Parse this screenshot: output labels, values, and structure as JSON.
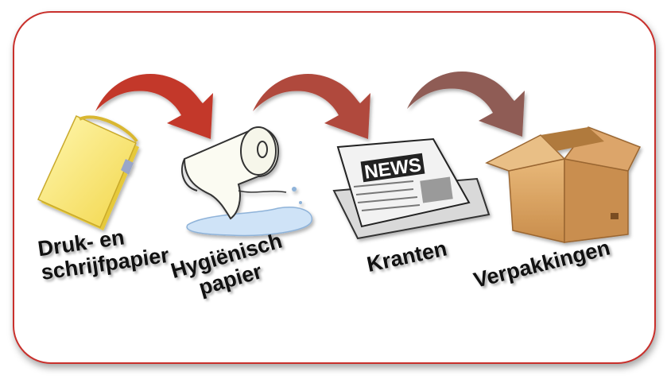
{
  "steps": [
    {
      "label_line1": "Druk- en",
      "label_line2": "schrijfpapier",
      "icon": "notepad-icon"
    },
    {
      "label_line1": "Hygiënisch",
      "label_line2": "papier",
      "icon": "paper-roll-icon"
    },
    {
      "label_line1": "Kranten",
      "label_line2": "",
      "icon": "newspaper-icon"
    },
    {
      "label_line1": "Verpakkingen",
      "label_line2": "",
      "icon": "cardboard-box-icon"
    }
  ],
  "newspaper_headline": "NEWS",
  "colors": {
    "frame_border": "#c9302c",
    "arrow_1": "#c3392c",
    "arrow_2": "#b04a3e",
    "arrow_3": "#8f5c55"
  }
}
